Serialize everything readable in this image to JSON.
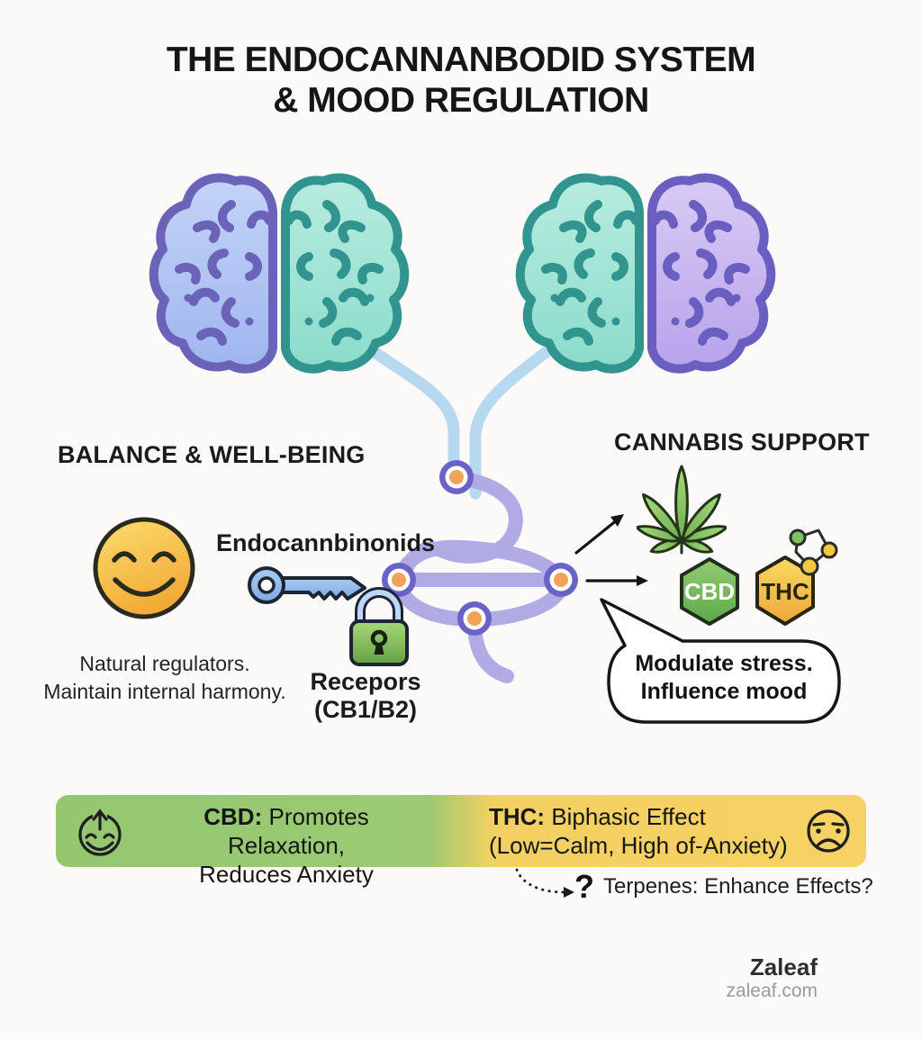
{
  "title": {
    "line1": "THE ENDOCANNANBODID SYSTEM",
    "line2": "& MOOD REGULATION"
  },
  "left_section": {
    "heading": "BALANCE & WELL-BEING",
    "endocannabinoids_label": "Endocannbinonids",
    "receptors_line1": "Recepors",
    "receptors_line2": "(CB1/B2)",
    "caption_line1": "Natural regulators.",
    "caption_line2": "Maintain internal harmony."
  },
  "right_section": {
    "heading": "CANNABIS SUPPORT",
    "cbd_badge": "CBD",
    "thc_badge": "THC",
    "bubble_line1": "Modulate stress.",
    "bubble_line2": "Influence mood"
  },
  "banner": {
    "cbd": {
      "bold": "CBD:",
      "rest": " Promotes Relaxation,",
      "line2": "Reduces Anxiety"
    },
    "thc": {
      "bold": "THC:",
      "rest": " Biphasic Effect",
      "line2": "(Low=Calm, High of-Anxiety)"
    }
  },
  "terpenes": {
    "mark": "?",
    "text": "Terpenes: Enhance Effects?"
  },
  "footer": {
    "brand": "Zaleaf",
    "site": "zaleaf.com"
  },
  "icons": {
    "smiley": "smiley-face",
    "key": "key",
    "lock": "padlock",
    "leaf": "cannabis-leaf",
    "molecule": "molecule",
    "calm_face": "calm-face-arrow-up",
    "sad_face": "worried-face",
    "brains": "split-brain"
  },
  "colors": {
    "background": "#fbfaf9",
    "tube_purple": "#b1abe5",
    "node_ring": "#6a62c6",
    "node_core": "#f1a259",
    "stem_blue": "#b7d9f0",
    "brain_blue": "#aec3f3",
    "brain_teal": "#9fe3d3",
    "brain_lavender": "#c7b5f0",
    "cbd_green": "#79ba5c",
    "thc_yellow": "#f3c14d",
    "banner_green": "#95c973",
    "banner_yellow": "#f5d163",
    "text_dark": "#1c1c1c",
    "text_gray": "#9b9b9b"
  }
}
